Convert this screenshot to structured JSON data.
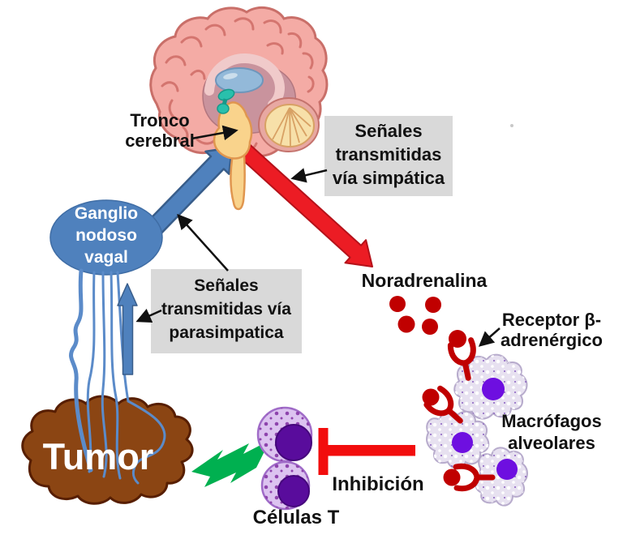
{
  "labels": {
    "tronco_cerebral": [
      "Tronco",
      "cerebral"
    ],
    "senales_simpatica": [
      "Señales",
      "transmitidas",
      "vía simpática"
    ],
    "senales_parasimpatica": [
      "Señales",
      "transmitidas vía",
      "parasimpatica"
    ],
    "ganglio": [
      "Ganglio",
      "nodoso",
      "vagal"
    ],
    "noradrenalina": "Noradrenalina",
    "receptor_beta": [
      "Receptor β-",
      "adrenérgico"
    ],
    "macrofagos": [
      "Macrófagos",
      "alveolares"
    ],
    "tumor": "Tumor",
    "celulas_t": "Células T",
    "inhibicion": "Inhibición"
  },
  "colors": {
    "background": "#FFFFFF",
    "text": "#111111",
    "box_gray": "#D9D9D9",
    "vagal_blue": "#4F81BD",
    "arrow_blue_border": "#385D8A",
    "nerve_blue": "#5B8BC9",
    "sympathetic_red": "#EC1C24",
    "sympathetic_red_border": "#B5121A",
    "dark_red": "#C00000",
    "inhibition_red": "#F20D0D",
    "tumor_brown": "#8B4513",
    "tumor_border": "#571E00",
    "lightning_green": "#00B050",
    "t_cell_fill": "#DCC3F0",
    "t_cell_border": "#A06CC8",
    "t_cell_nucleus": "#590C9C",
    "macrophage_fill": "#E7E1F0",
    "macrophage_border": "#B7ABCC",
    "macrophage_nucleus": "#6E0FE0",
    "brain_cortex_pink": "#F4ABA5",
    "brain_line_pink": "#D4756F",
    "brain_inner_mauve": "#C9939D",
    "thalamus_blue": "#93B9D9",
    "hypothalamus_teal": "#29C0AC",
    "brainstem_yellow": "#F9D38C",
    "cerebellum_cream": "#F7E0A9"
  }
}
